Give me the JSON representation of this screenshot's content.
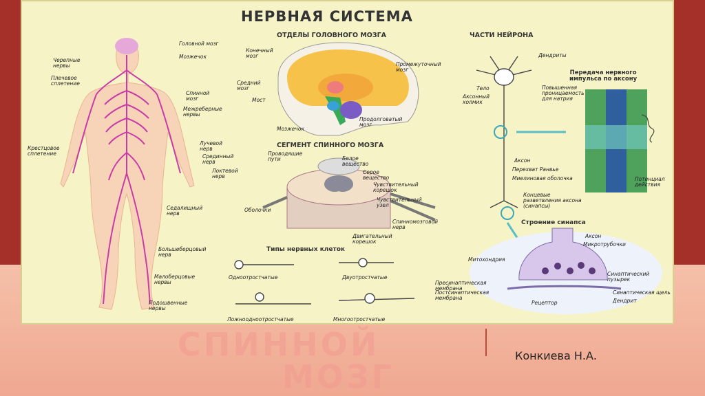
{
  "poster": {
    "title": "НЕРВНАЯ СИСТЕМА",
    "brain_section_title": "ОТДЕЛЫ ГОЛОВНОГО МОЗГА",
    "neuron_section_title": "ЧАСТИ НЕЙРОНА",
    "spinal_section_title": "СЕГМЕНТ СПИННОГО МОЗГА",
    "cell_types_title": "Типы нервных клеток",
    "impulse_title": "Передача нервного\nимпульса по аксону",
    "synapse_title": "Строение синапса",
    "body_labels": [
      "Головной мозг",
      "Мозжечок",
      "Черепные\nнервы",
      "Плечевое\nсплетение",
      "Спинной\nмозг",
      "Межреберные\nнервы",
      "Лучевой\nнерв",
      "Срединный\nнерв",
      "Локтевой\nнерв",
      "Крестцовое\nсплетение",
      "Седалищный\nнерв",
      "Большеберцовый\nнерв",
      "Малоберцовые\nнервы",
      "Подошвенные\nнервы"
    ],
    "brain_labels": [
      "Конечный\nмозг",
      "Промежуточный\nмозг",
      "Средний\nмозг",
      "Мост",
      "Продолговатый\nмозг",
      "Мозжечок"
    ],
    "spinal_labels": [
      "Проводящие\nпути",
      "Белое\nвещество",
      "Серое\nвещество",
      "Чувствительный\nкорешок",
      "Чувствительный\nузел",
      "Оболочки",
      "Спинномозговой\nнерв",
      "Двигательный\nкорешок"
    ],
    "cell_types": [
      "Одноотростчатые",
      "Двуотростчатые",
      "Ложноодноотростчатые",
      "Многоотростчатые"
    ],
    "neuron_labels": [
      "Дендриты",
      "Тело",
      "Аксонный\nхолмик",
      "Аксон",
      "Перехват Ранвье",
      "Миелиновая оболочка",
      "Концевые\nразветвления аксона\n(синапсы)"
    ],
    "impulse_labels": [
      "Повышенная\nпроницаемость\nдля натрия",
      "Потенциал\nдействия"
    ],
    "synapse_labels": [
      "Аксон",
      "Микротрубочки",
      "Митохондрия",
      "Синаптический\nпузырек",
      "Пресинаптическая\nмембрана",
      "Постсинаптическая\nмембрана",
      "Синаптическая щель",
      "Дендрит",
      "Рецептор"
    ]
  },
  "slide": {
    "title_line1": "СПИННОЙ",
    "title_line2": "МОЗГ",
    "author": "Конкиева Н.А."
  },
  "colors": {
    "top_band": "#a5302a",
    "bottom_band": "#f5c0a8",
    "poster_bg": "#f6f3c6",
    "accent": "#b94b3c"
  }
}
